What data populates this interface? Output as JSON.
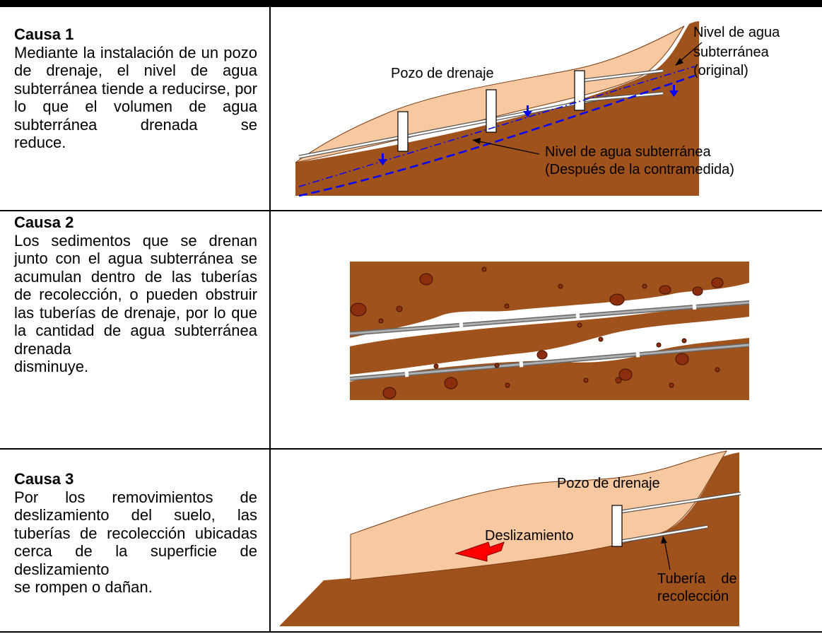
{
  "rows": [
    {
      "title": "Causa 1",
      "body_main": "Mediante la instalación de un pozo de drenaje, el nivel de agua subterránea tiende a reducirse, por lo que el volumen de agua subterránea drenada se",
      "body_last": "reduce.",
      "figure": {
        "label_well": "Pozo de drenaje",
        "label_original_1": "Nivel de agua",
        "label_original_2": "subterránea",
        "label_original_3": "(original)",
        "label_after_1": "Nivel de agua subterránea",
        "label_after_2": "(Después de la contramedida)"
      }
    },
    {
      "title": "Causa 2",
      "body_main": "Los sedimentos que se drenan junto con el agua subterránea se acumulan dentro de las tuberías de recolección, o pueden obstruir las tuberías de drenaje, por lo que la cantidad de agua subterránea drenada",
      "body_last": "disminuye."
    },
    {
      "title": "Causa 3",
      "body_main": "Por los removimientos de deslizamiento del suelo, las tuberías de recolección ubicadas cerca de la superficie de deslizamiento",
      "body_last": "se rompen o dañan.",
      "figure": {
        "label_well": "Pozo de drenaje",
        "label_slide": "Deslizamiento",
        "label_pipe_1": "Tubería    de",
        "label_pipe_2": "recolección"
      }
    }
  ],
  "colors": {
    "soil": "#a0521c",
    "soil_light": "#f8c9a0",
    "water_line": "#0000ff",
    "arrow_red": "#ff0000",
    "pipe": "#9a9a9a"
  }
}
